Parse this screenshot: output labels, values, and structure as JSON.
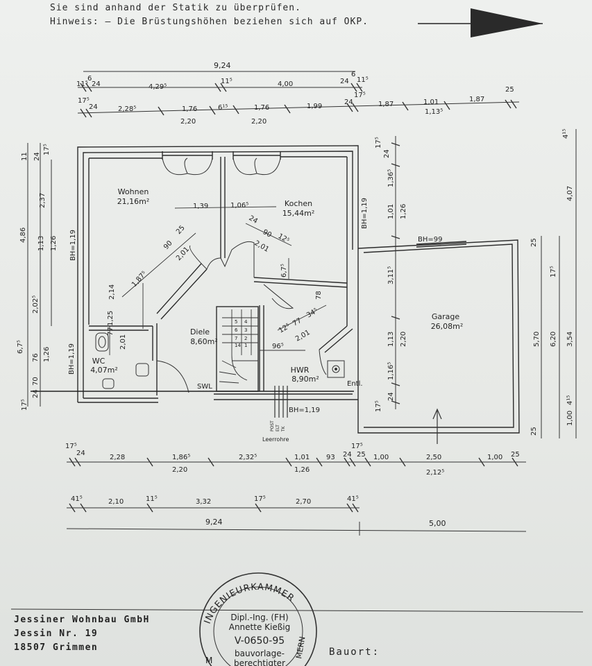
{
  "notes": {
    "line1": "Sie sind anhand der Statik zu überprüfen.",
    "line2": "Hinweis: – Die Brüstungshöhen beziehen sich auf OKP."
  },
  "rooms": {
    "wohnen_name": "Wohnen",
    "wohnen_area": "21,16m²",
    "kochen_name": "Kochen",
    "kochen_area": "15,44m²",
    "diele_name": "Diele",
    "diele_area": "8,60m²",
    "wc_name": "WC",
    "wc_area": "4,07m²",
    "hwr_name": "HWR",
    "hwr_area": "8,90m²",
    "garage_name": "Garage",
    "garage_area": "26,08m²"
  },
  "labels": {
    "swl": "SWL",
    "entl": "Entl.",
    "leerrohre": "Leerrohre",
    "post": "POST",
    "elt": "ELT",
    "tk": "TK"
  },
  "bh": {
    "wohnen": "BH=1,19",
    "wc": "BH=1,19",
    "kochen": "BH=1,19",
    "garage": "BH=99",
    "hwr": "BH=1,19"
  },
  "stair": [
    "14",
    "1",
    "2",
    "3",
    "4",
    "5",
    "6",
    "7"
  ],
  "dims_top": {
    "total": "9,24",
    "r2": [
      "11⁵",
      "6",
      "24",
      "4,29⁵",
      "11⁵",
      "4,00",
      "24",
      "6",
      "11⁵"
    ],
    "r3": [
      "17⁵",
      "24",
      "2,28⁵",
      "1,76",
      "6¹⁵",
      "1,76",
      "1,99",
      "24",
      "17⁵",
      "1,87",
      "1,01",
      "1,87",
      "25"
    ],
    "r3_below": [
      "2,20",
      "2,20",
      "1,13⁵"
    ]
  },
  "dims_inner": [
    "1,39",
    "1,06⁵",
    "90",
    "25",
    "2,01",
    "1,87⁵",
    "2,14",
    "24",
    "90",
    "12⁵",
    "2,01",
    "6,7⁵",
    "78",
    "12⁵",
    "77",
    "34⁵",
    "2,01",
    "96⁵",
    "77",
    "2,01",
    "1,25"
  ],
  "dims_right_inner": [
    "17⁵",
    "24",
    "1,36⁵",
    "1,01",
    "1,26",
    "3,11⁵",
    "1,13",
    "2,20",
    "1,16⁵",
    "24",
    "17⁵"
  ],
  "dims_right_outer": [
    "4¹⁵",
    "4,07",
    "25",
    "17⁵",
    "5,70",
    "6,20",
    "3,54",
    "4¹⁵",
    "1,00",
    "25"
  ],
  "dims_left": [
    "11",
    "24",
    "17⁵",
    "2,37",
    "4,86",
    "1,13",
    "1,26",
    "2,02⁵",
    "6,7⁵",
    "76",
    "1,26",
    "70",
    "24",
    "17⁵"
  ],
  "dims_bottom": {
    "r1": [
      "17⁵",
      "24",
      "2,28",
      "1,86⁵",
      "2,32⁵",
      "1,01",
      "93",
      "17⁵",
      "24",
      "25",
      "1,00",
      "2,50",
      "1,00",
      "25"
    ],
    "r1_below": [
      "2,20",
      "1,26",
      "2,12⁵"
    ],
    "r2": [
      "41⁵",
      "2,10",
      "11⁵",
      "3,32",
      "17⁵",
      "2,70",
      "41⁵"
    ],
    "total_left": "9,24",
    "total_right": "5,00"
  },
  "company": {
    "name": "Jessiner Wohnbau GmbH",
    "street": "Jessin Nr. 19",
    "city": "18507 Grimmen"
  },
  "stamp": {
    "ring": "INGENIEURKAMMER",
    "ring_left": "M",
    "ring_right": "MERN",
    "line1": "Dipl.-Ing. (FH)",
    "line2": "Annette Kießig",
    "line3": "V-0650-95",
    "line4": "bauvorlage-",
    "line5": "berechtigter"
  },
  "footer": {
    "bauort": "Bauort:"
  },
  "colors": {
    "line": "#2b2b2b",
    "paper": "#eceeec"
  }
}
